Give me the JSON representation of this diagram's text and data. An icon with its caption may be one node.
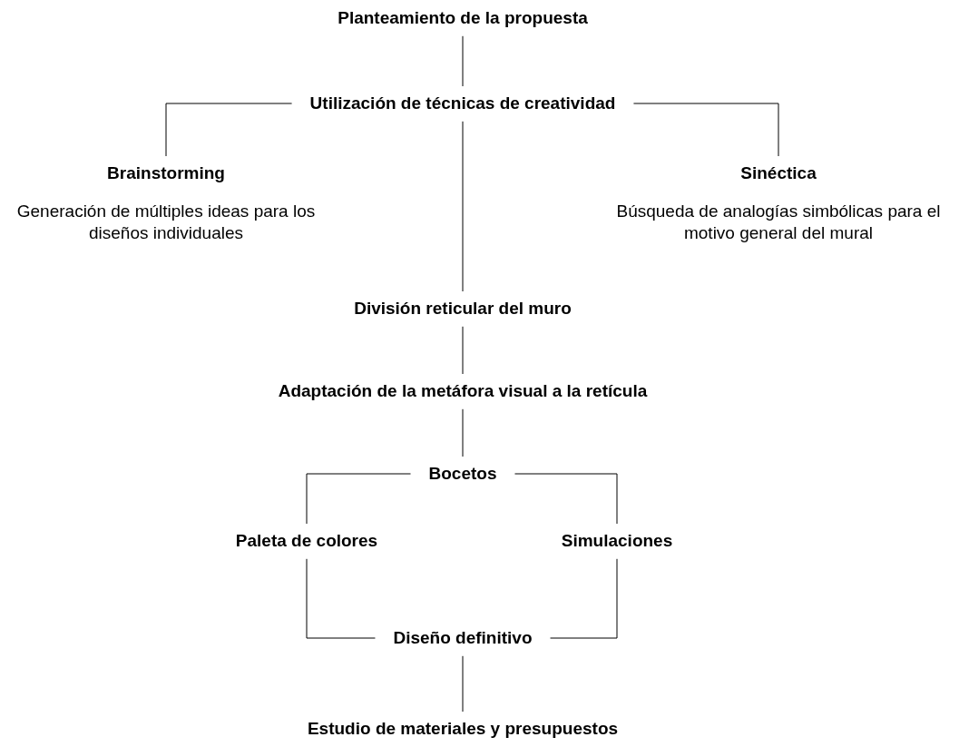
{
  "diagram": {
    "nodes": [
      {
        "text": [
          "Planteamiento de la propuesta"
        ]
      },
      {
        "text": [
          "Utilización de técnicas de creatividad"
        ]
      },
      {
        "text": [
          "Brainstorming",
          "Generación de múltiples ideas para los diseños individuales"
        ]
      },
      {
        "text": [
          "Sinéctica",
          "Búsqueda de analogías simbólicas para el motivo general del mural"
        ]
      },
      {
        "text": [
          "División reticular del muro"
        ]
      },
      {
        "text": [
          "Adaptación de la metáfora visual a la retícula"
        ]
      },
      {
        "text": [
          "Bocetos"
        ]
      },
      {
        "text": [
          "Paleta de colores"
        ]
      },
      {
        "text": [
          "Simulaciones"
        ]
      },
      {
        "text": [
          "Diseño definitivo"
        ]
      },
      {
        "text": [
          "Estudio de materiales y presupuestos"
        ]
      }
    ],
    "edges": [
      {
        "from": 0,
        "to": 1,
        "arrow": "none"
      },
      {
        "from": 1,
        "to": 2,
        "arrow": "none"
      },
      {
        "from": 1,
        "to": 3,
        "arrow": "none"
      },
      {
        "from": 1,
        "to": 4,
        "arrow": "none"
      },
      {
        "from": 4,
        "to": 5,
        "arrow": "none"
      },
      {
        "from": 5,
        "to": 6,
        "arrow": "none"
      },
      {
        "from": 6,
        "to": 7,
        "arrow": "none"
      },
      {
        "from": 6,
        "to": 8,
        "arrow": "none"
      },
      {
        "from": 7,
        "to": 9,
        "arrow": "none"
      },
      {
        "from": 8,
        "to": 9,
        "arrow": "none"
      },
      {
        "from": 9,
        "to": 10,
        "arrow": "none"
      }
    ]
  }
}
